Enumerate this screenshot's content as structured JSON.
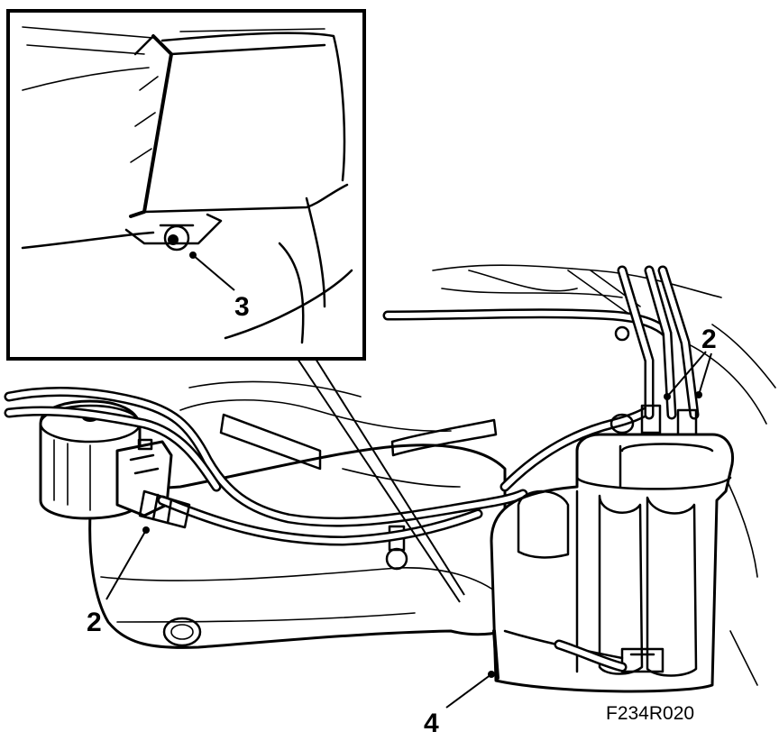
{
  "callouts": {
    "hose_connector_left": "2",
    "hose_connectors_right": "2",
    "mounting_nut": "3",
    "evap_canister": "4"
  },
  "figure_reference": "F234R020"
}
